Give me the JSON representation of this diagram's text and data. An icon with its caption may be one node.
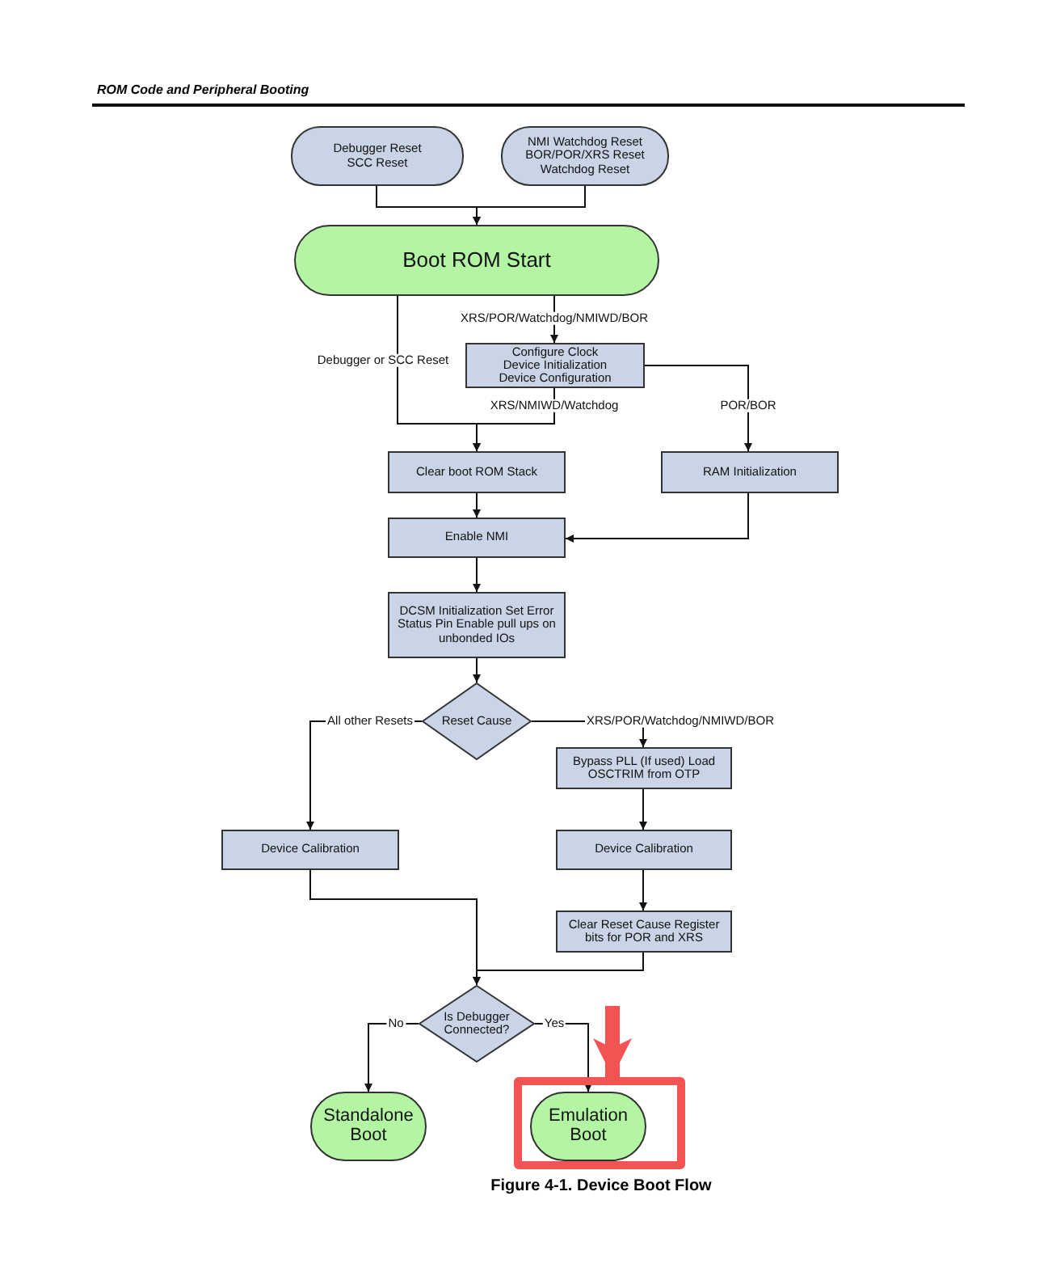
{
  "diagram": {
    "caption": "Figure 4-1. Device Boot Flow",
    "nodes": [
      {
        "text": [
          "Debugger Reset SCC Reset"
        ]
      },
      {
        "text": [
          "NMI Watchdog Reset BOR/POR/XRS Reset Watchdog Reset"
        ]
      },
      {
        "text": [
          "Boot ROM Start"
        ]
      },
      {
        "text": [
          "Configure Clock Device Initialization Device Configuration"
        ]
      },
      {
        "text": [
          "Clear boot ROM Stack"
        ]
      },
      {
        "text": [
          "RAM Initialization"
        ]
      },
      {
        "text": [
          "Enable NMI"
        ]
      },
      {
        "text": [
          "DCSM Initialization Set Error Status Pin Enable pull ups on unbonded IOs"
        ]
      },
      {
        "text": [
          "Reset Cause"
        ]
      },
      {
        "text": [
          "Bypass PLL (If used) Load OSCTRIM from OTP"
        ]
      },
      {
        "text": [
          "Device Calibration"
        ]
      },
      {
        "text": [
          "Device Calibration"
        ]
      },
      {
        "text": [
          "Clear Reset Cause Register bits for POR and XRS"
        ]
      },
      {
        "text": [
          "Is Debugger Connected?"
        ]
      },
      {
        "text": [
          "Standalone Boot"
        ]
      },
      {
        "text": [],
        "shape": "box"
      },
      {
        "text": [
          "Emulation Boot"
        ],
        "in": 15
      }
    ],
    "edges": [
      {
        "from": 0,
        "to": 2,
        "arrow": "to"
      },
      {
        "from": 1,
        "to": 2,
        "arrow": "to"
      },
      {
        "from": 2,
        "to": 4,
        "arrow": "to",
        "label": "Debugger or SCC Reset"
      },
      {
        "from": 2,
        "to": 3,
        "arrow": "to",
        "label": "XRS/POR/Watchdog/NMIWD/BOR"
      },
      {
        "from": 3,
        "to": 4,
        "arrow": "to",
        "label": "XRS/NMIWD/Watchdog"
      },
      {
        "from": 3,
        "to": 5,
        "arrow": "to",
        "label": "POR/BOR"
      },
      {
        "from": 4,
        "to": 6,
        "arrow": "to"
      },
      {
        "from": 5,
        "to": 6,
        "arrow": "to"
      },
      {
        "from": 6,
        "to": 7,
        "arrow": "to"
      },
      {
        "from": 7,
        "to": 8,
        "arrow": "to"
      },
      {
        "from": 8,
        "to": 10,
        "arrow": "to",
        "label": "All other Resets"
      },
      {
        "from": 8,
        "to": 9,
        "arrow": "to",
        "label": "XRS/POR/Watchdog/NMIWD/BOR"
      },
      {
        "from": 9,
        "to": 11,
        "arrow": "to"
      },
      {
        "from": 10,
        "to": 13,
        "arrow": "to"
      },
      {
        "from": 11,
        "to": 12,
        "arrow": "to"
      },
      {
        "from": 12,
        "to": 13,
        "arrow": "to"
      },
      {
        "from": 13,
        "to": 14,
        "arrow": "to",
        "label": "No"
      },
      {
        "from": 13,
        "to": 16,
        "arrow": "to",
        "label": "Yes"
      },
      {
        "from": null,
        "to": 15,
        "arrow": "to",
        "style": "thick",
        "color": "#f25454"
      }
    ],
    "labels": [
      "ROM Code and Peripheral Booting"
    ]
  }
}
